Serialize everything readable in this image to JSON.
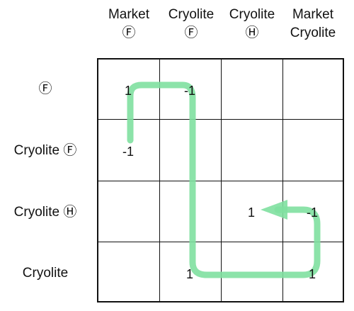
{
  "columns": [
    {
      "line1": "Market",
      "line2": "Ⓕ"
    },
    {
      "line1": "Cryolite",
      "line2": "Ⓕ"
    },
    {
      "line1": "Cryolite",
      "line2": "Ⓗ"
    },
    {
      "line1": "Market",
      "line2": "Cryolite"
    }
  ],
  "rows": [
    {
      "label": "Ⓕ"
    },
    {
      "label": "Cryolite Ⓕ"
    },
    {
      "label": "Cryolite Ⓗ"
    },
    {
      "label": "Cryolite"
    }
  ],
  "cells": {
    "r0c0": "1",
    "r0c1": "-1",
    "r1c0": "-1",
    "r2c2": "1",
    "r2c3": "-1",
    "r3c1": "1",
    "r3c3": "1"
  },
  "colors": {
    "path": "#7fe0a0",
    "grid": "#111111"
  }
}
